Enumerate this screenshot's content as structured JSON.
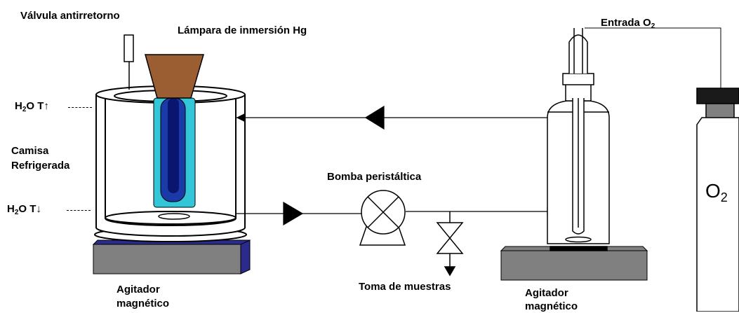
{
  "labels": {
    "valve": "Válvula antirretorno",
    "lamp": "Lámpara de inmersión Hg",
    "water_out_prefix": "H",
    "water_out_sub": "2",
    "water_out_suffix": "O T↑",
    "water_in_prefix": "H",
    "water_in_sub": "2",
    "water_in_suffix": "O T↓",
    "jacket_line1": "Camisa",
    "jacket_line2": "Refrigerada",
    "pump": "Bomba peristáltica",
    "sampling": "Toma de muestras",
    "stirrer_left_line1": "Agitador",
    "stirrer_left_line2": "magnético",
    "stirrer_right_line1": "Agitador",
    "stirrer_right_line2": "magnético",
    "oxygen_inlet_prefix": "Entrada O",
    "oxygen_inlet_sub": "2",
    "cylinder_prefix": "O",
    "cylinder_sub": "2"
  },
  "colors": {
    "lamp_stopper": "#9b5d32",
    "lamp_outer": "#33c6d8",
    "lamp_inner": "#1a3aa8",
    "lamp_core": "#0a1570",
    "stirrer_plate": "#808080",
    "stirrer_plate_edge": "#2b2b8c",
    "lines": "#000000"
  }
}
